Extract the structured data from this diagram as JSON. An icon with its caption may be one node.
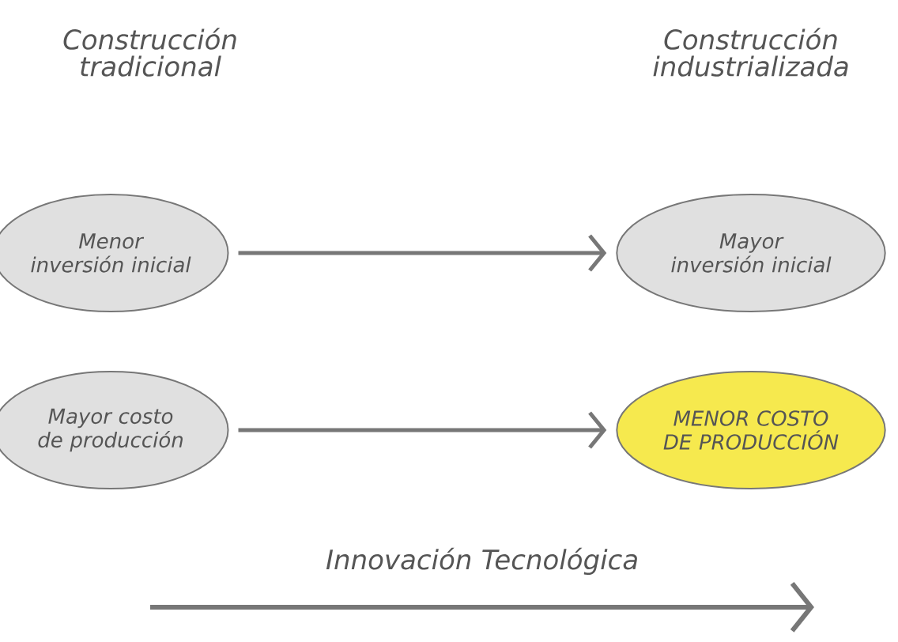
{
  "diagram": {
    "nodes": [
      {
        "text": [
          "Menor inversión inicial"
        ]
      },
      {
        "text": [
          "Mayor inversión inicial"
        ]
      },
      {
        "text": [
          "Mayor costo de producción"
        ]
      },
      {
        "text": [
          "MENOR COSTO DE PRODUCCIÓN"
        ]
      }
    ],
    "edges": [
      {
        "from": 0,
        "to": 1,
        "arrow": "to"
      },
      {
        "from": 2,
        "to": 3,
        "arrow": "to"
      }
    ],
    "labels": [
      "Construcción tradicional",
      "Construcción industrializada",
      "Innovación Tecnológica"
    ]
  }
}
